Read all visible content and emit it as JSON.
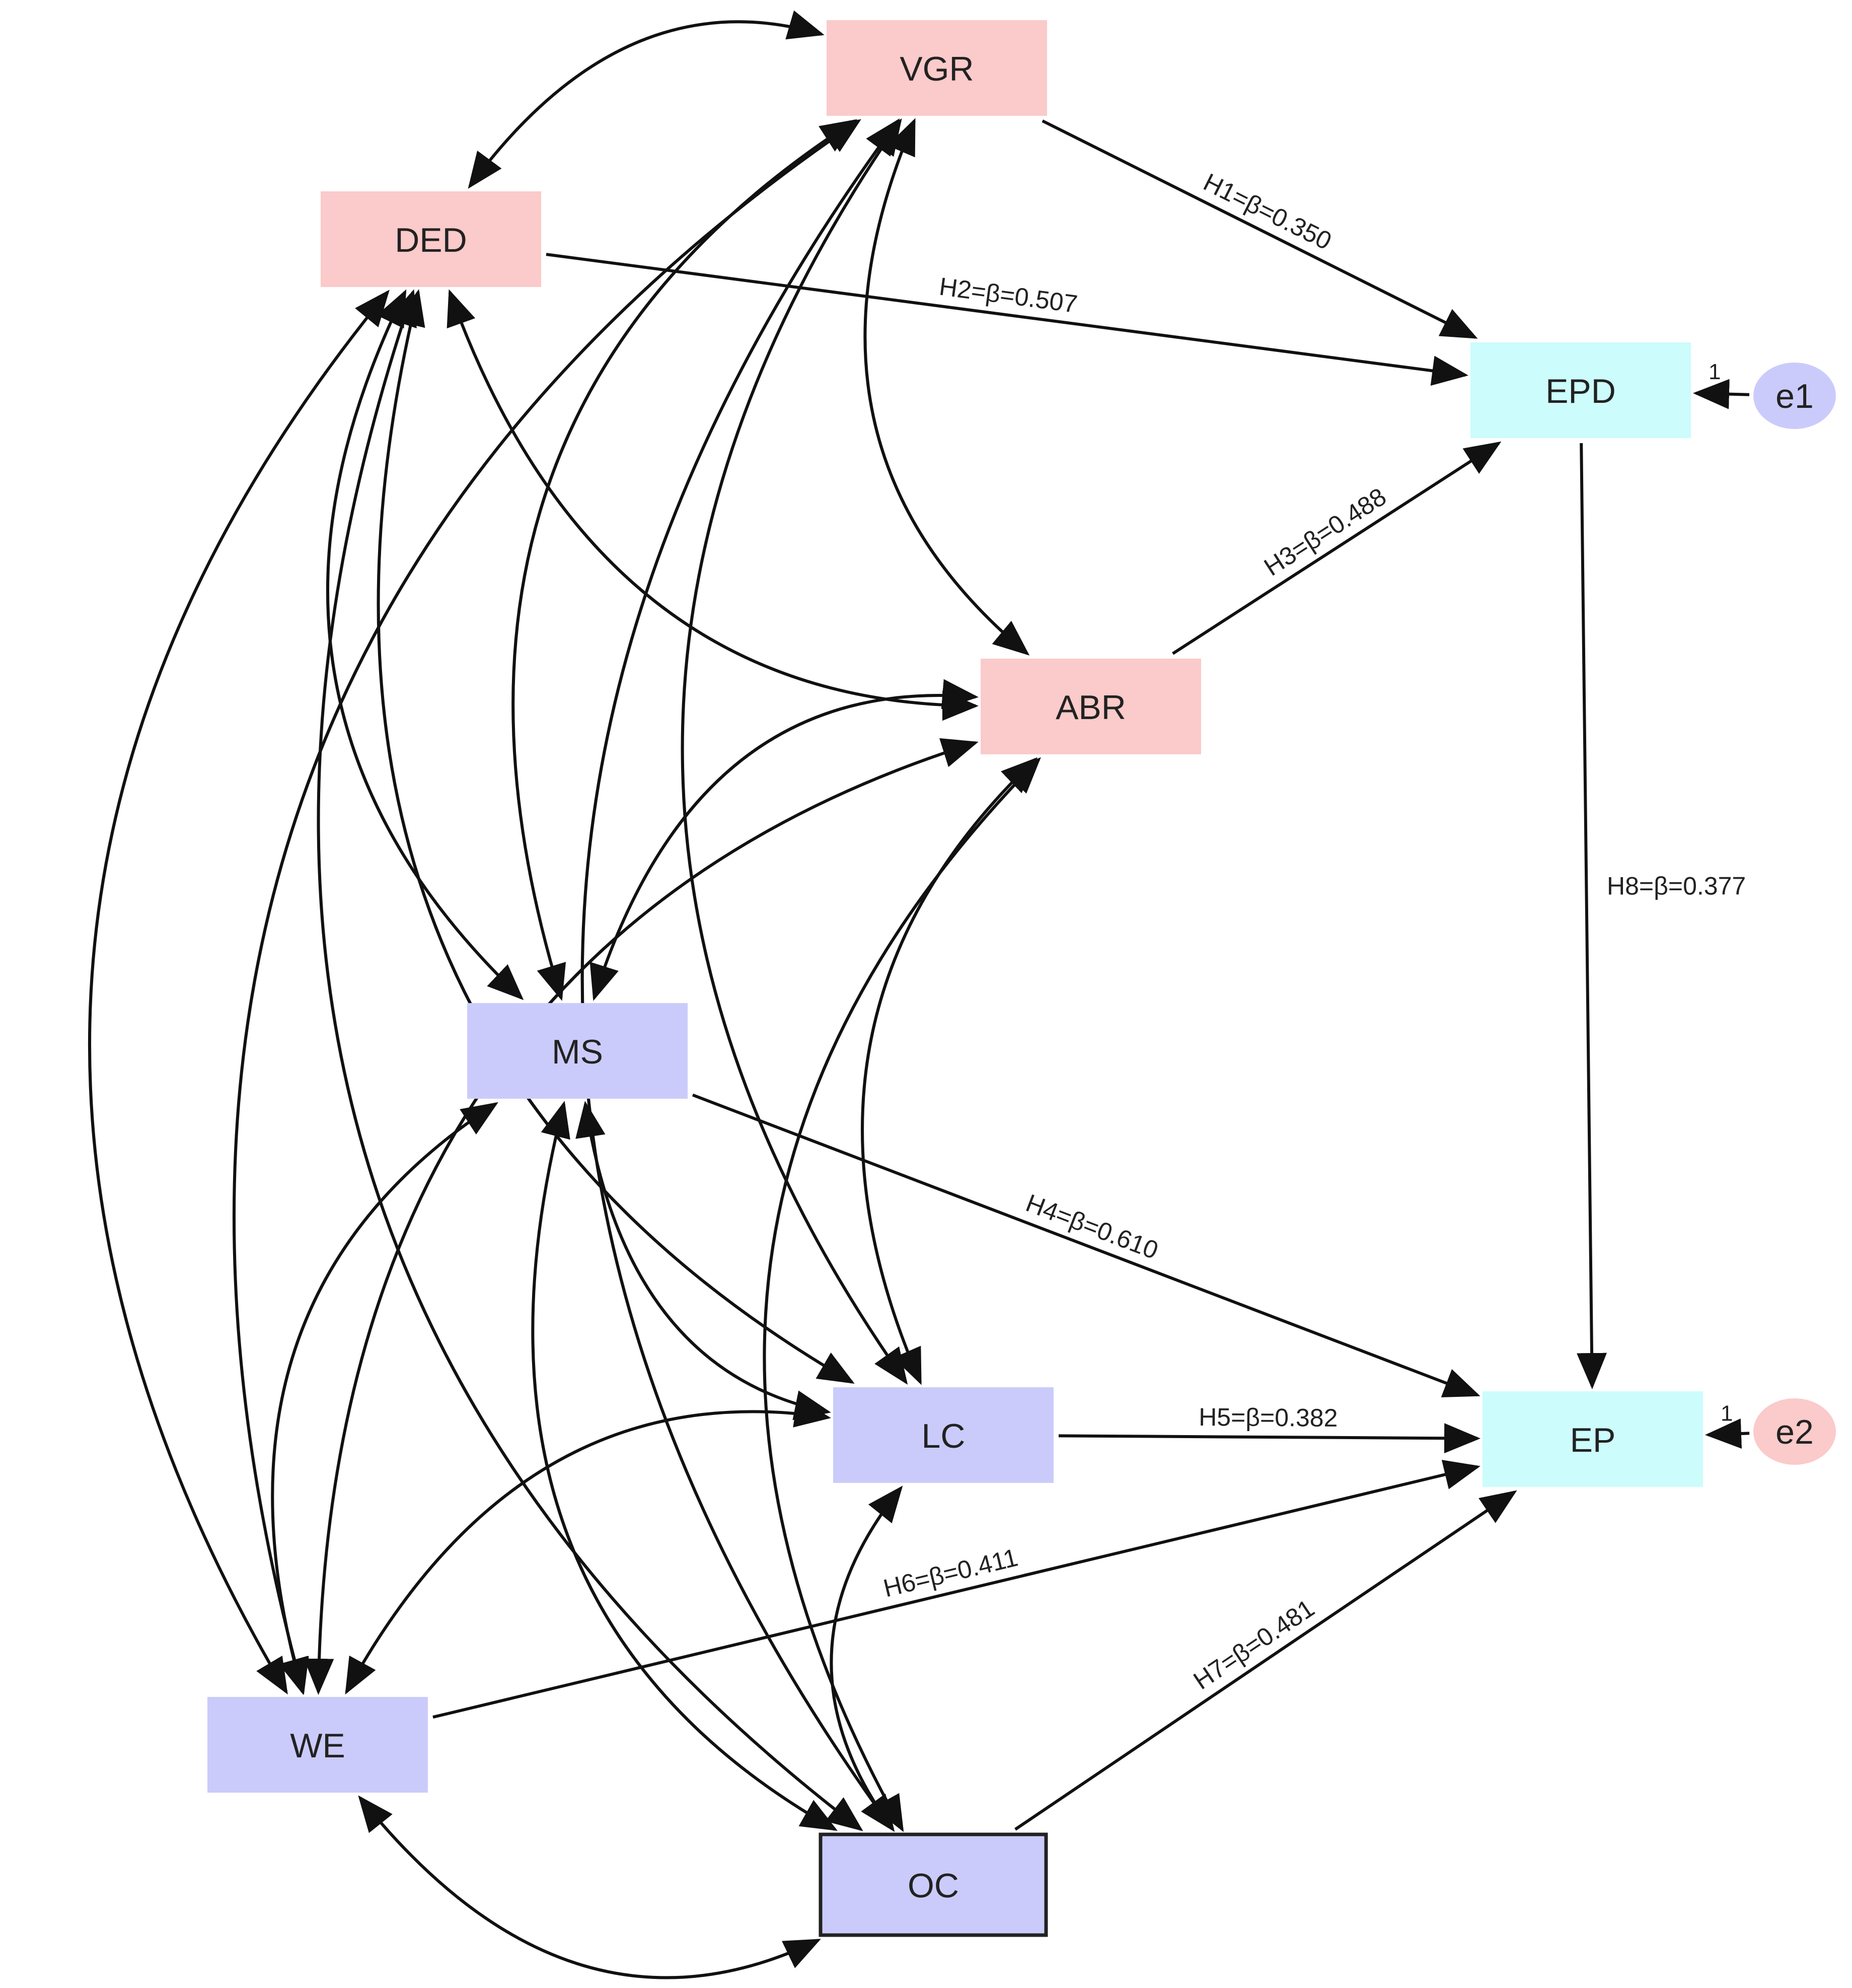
{
  "nodes": [
    {
      "id": "VGR",
      "label": "VGR",
      "shape": "rect",
      "fill": "#fbcaca",
      "stroke": "none"
    },
    {
      "id": "DED",
      "label": "DED",
      "shape": "rect",
      "fill": "#fbcaca",
      "stroke": "none"
    },
    {
      "id": "ABR",
      "label": "ABR",
      "shape": "rect",
      "fill": "#fbcaca",
      "stroke": "none"
    },
    {
      "id": "MS",
      "label": "MS",
      "shape": "rect",
      "fill": "#cbcbfb",
      "stroke": "none"
    },
    {
      "id": "LC",
      "label": "LC",
      "shape": "rect",
      "fill": "#cbcbfb",
      "stroke": "none"
    },
    {
      "id": "WE",
      "label": "WE",
      "shape": "rect",
      "fill": "#cbcbfb",
      "stroke": "none"
    },
    {
      "id": "OC",
      "label": "OC",
      "shape": "rect",
      "fill": "#cbcbfb",
      "stroke": "#222222"
    },
    {
      "id": "EPD",
      "label": "EPD",
      "shape": "rect",
      "fill": "#ccfcfc",
      "stroke": "none"
    },
    {
      "id": "EP",
      "label": "EP",
      "shape": "rect",
      "fill": "#ccfcfc",
      "stroke": "none"
    },
    {
      "id": "e1",
      "label": "e1",
      "shape": "ellipse",
      "fill": "#cbcbfb",
      "stroke": "none"
    },
    {
      "id": "e2",
      "label": "e2",
      "shape": "ellipse",
      "fill": "#fbcaca",
      "stroke": "none"
    }
  ],
  "paths": [
    {
      "from": "VGR",
      "to": "EPD",
      "label": "H1=β=0.350"
    },
    {
      "from": "DED",
      "to": "EPD",
      "label": "H2=β=0.507"
    },
    {
      "from": "ABR",
      "to": "EPD",
      "label": "H3=β=0.488"
    },
    {
      "from": "MS",
      "to": "EP",
      "label": "H4=β=0.610"
    },
    {
      "from": "LC",
      "to": "EP",
      "label": "H5=β=0.382"
    },
    {
      "from": "WE",
      "to": "EP",
      "label": "H6=β=0.411"
    },
    {
      "from": "OC",
      "to": "EP",
      "label": "H7=β=0.481"
    },
    {
      "from": "EPD",
      "to": "EP",
      "label": "H8=β=0.377"
    }
  ],
  "error_paths": [
    {
      "from": "e1",
      "to": "EPD",
      "label": "1"
    },
    {
      "from": "e2",
      "to": "EP",
      "label": "1"
    }
  ],
  "covariances": [
    [
      "VGR",
      "DED"
    ],
    [
      "VGR",
      "ABR"
    ],
    [
      "VGR",
      "MS"
    ],
    [
      "VGR",
      "LC"
    ],
    [
      "VGR",
      "WE"
    ],
    [
      "VGR",
      "OC"
    ],
    [
      "DED",
      "ABR"
    ],
    [
      "DED",
      "MS"
    ],
    [
      "DED",
      "LC"
    ],
    [
      "DED",
      "WE"
    ],
    [
      "DED",
      "OC"
    ],
    [
      "ABR",
      "MS"
    ],
    [
      "ABR",
      "LC"
    ],
    [
      "ABR",
      "WE"
    ],
    [
      "ABR",
      "OC"
    ],
    [
      "MS",
      "LC"
    ],
    [
      "MS",
      "WE"
    ],
    [
      "MS",
      "OC"
    ],
    [
      "LC",
      "WE"
    ],
    [
      "LC",
      "OC"
    ],
    [
      "WE",
      "OC"
    ]
  ]
}
